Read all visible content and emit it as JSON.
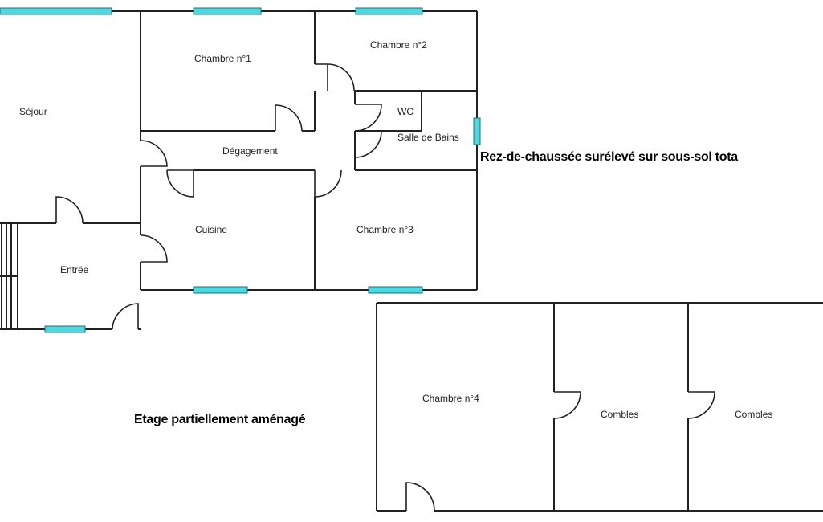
{
  "colors": {
    "wall": "#222222",
    "window": "#4fd8e0",
    "background": "#ffffff"
  },
  "ground_floor": {
    "caption": "Rez-de-chaussée surélevé sur sous-sol tota",
    "rooms": {
      "sejour": "Séjour",
      "chambre1": "Chambre n°1",
      "chambre2": "Chambre n°2",
      "wc": "WC",
      "salle_de_bains": "Salle de Bains",
      "degagement": "Dégagement",
      "cuisine": "Cuisine",
      "chambre3": "Chambre n°3",
      "entree": "Entrée"
    }
  },
  "upper_floor": {
    "caption": "Etage partiellement aménagé",
    "rooms": {
      "chambre4": "Chambre n°4",
      "combles1": "Combles",
      "combles2": "Combles"
    }
  }
}
